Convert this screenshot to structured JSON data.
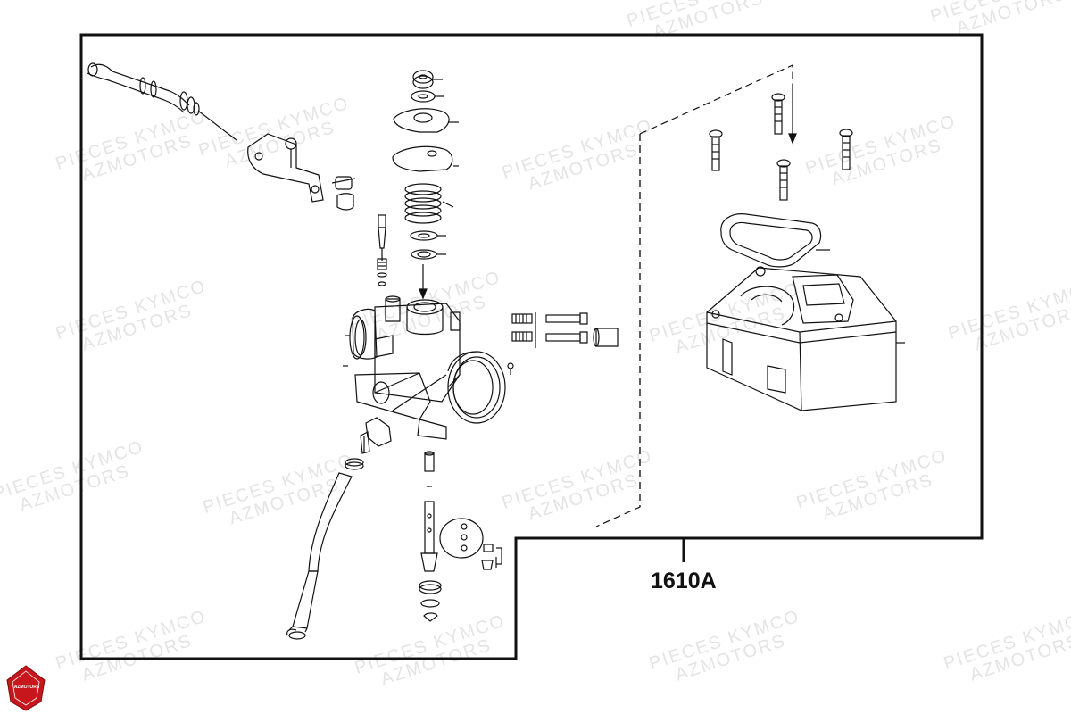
{
  "diagram": {
    "reference_label": "1610A",
    "watermark": {
      "line1": "PIECES KYMCO",
      "line2": "AZMOTORS"
    },
    "logo_text": "AZMOTORS",
    "colors": {
      "outline": "#111111",
      "watermark": "#e4e4e4",
      "logo_red": "#c8161d"
    }
  }
}
